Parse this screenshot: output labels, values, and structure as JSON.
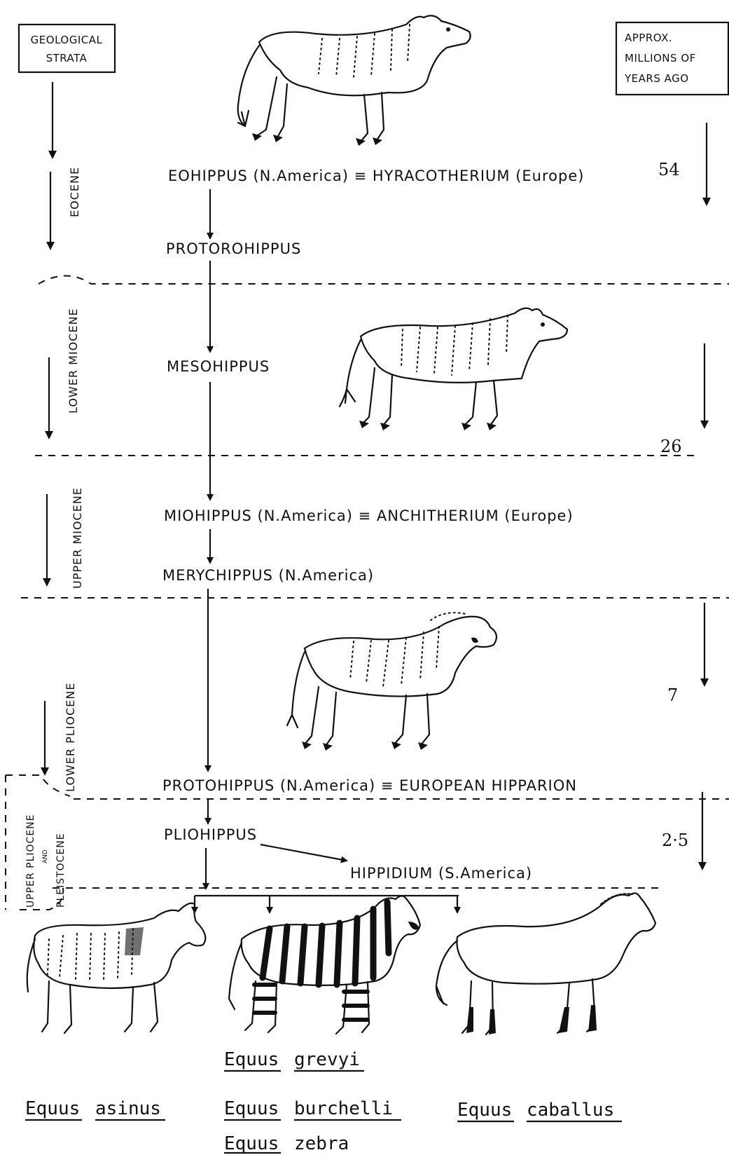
{
  "header": {
    "strata_title_line1": "GEOLOGICAL",
    "strata_title_line2": "STRATA",
    "years_title_line1": "APPROX.",
    "years_title_line2": "MILLIONS OF",
    "years_title_line3": "YEARS AGO"
  },
  "strata": {
    "eocene": "EOCENE",
    "lower_miocene": "LOWER MIOCENE",
    "upper_miocene": "UPPER MIOCENE",
    "lower_pliocene": "LOWER PLIOCENE",
    "upper_pliocene_line1": "UPPER PLIOCENE",
    "upper_pliocene_and": "AND",
    "upper_pliocene_line2": "PLEISTOCENE"
  },
  "ages": {
    "age_1": "54",
    "age_2": "26",
    "age_3": "7",
    "age_4": "2·5"
  },
  "taxa": {
    "eohippus": "EOHIPPUS (N.America) ≡ HYRACOTHERIUM (Europe)",
    "protorohippus": "PROTOROHIPPUS",
    "mesohippus": "MESOHIPPUS",
    "miohippus": "MIOHIPPUS (N.America) ≡ ANCHITHERIUM (Europe)",
    "merychippus": "MERYCHIPPUS (N.America)",
    "protohippus": "PROTOHIPPUS (N.America) ≡ EUROPEAN HIPPARION",
    "pliohippus": "PLIOHIPPUS",
    "hippidium": "HIPPIDIUM (S.America)"
  },
  "species": {
    "asinus_genus": "Equus",
    "asinus_species": "asinus",
    "grevyi_genus": "Equus",
    "grevyi_species": "grevyi",
    "burchelli_genus": "Equus",
    "burchelli_species": "burchelli",
    "zebra_genus": "Equus",
    "zebra_species": "zebra",
    "caballus_genus": "Equus",
    "caballus_species": "caballus"
  },
  "icons": [
    "eohippus-drawing-icon",
    "mesohippus-drawing-icon",
    "merychippus-drawing-icon",
    "donkey-drawing-icon",
    "zebra-drawing-icon",
    "horse-drawing-icon"
  ],
  "colors": {
    "ink": "#111111",
    "paper": "#ffffff"
  }
}
